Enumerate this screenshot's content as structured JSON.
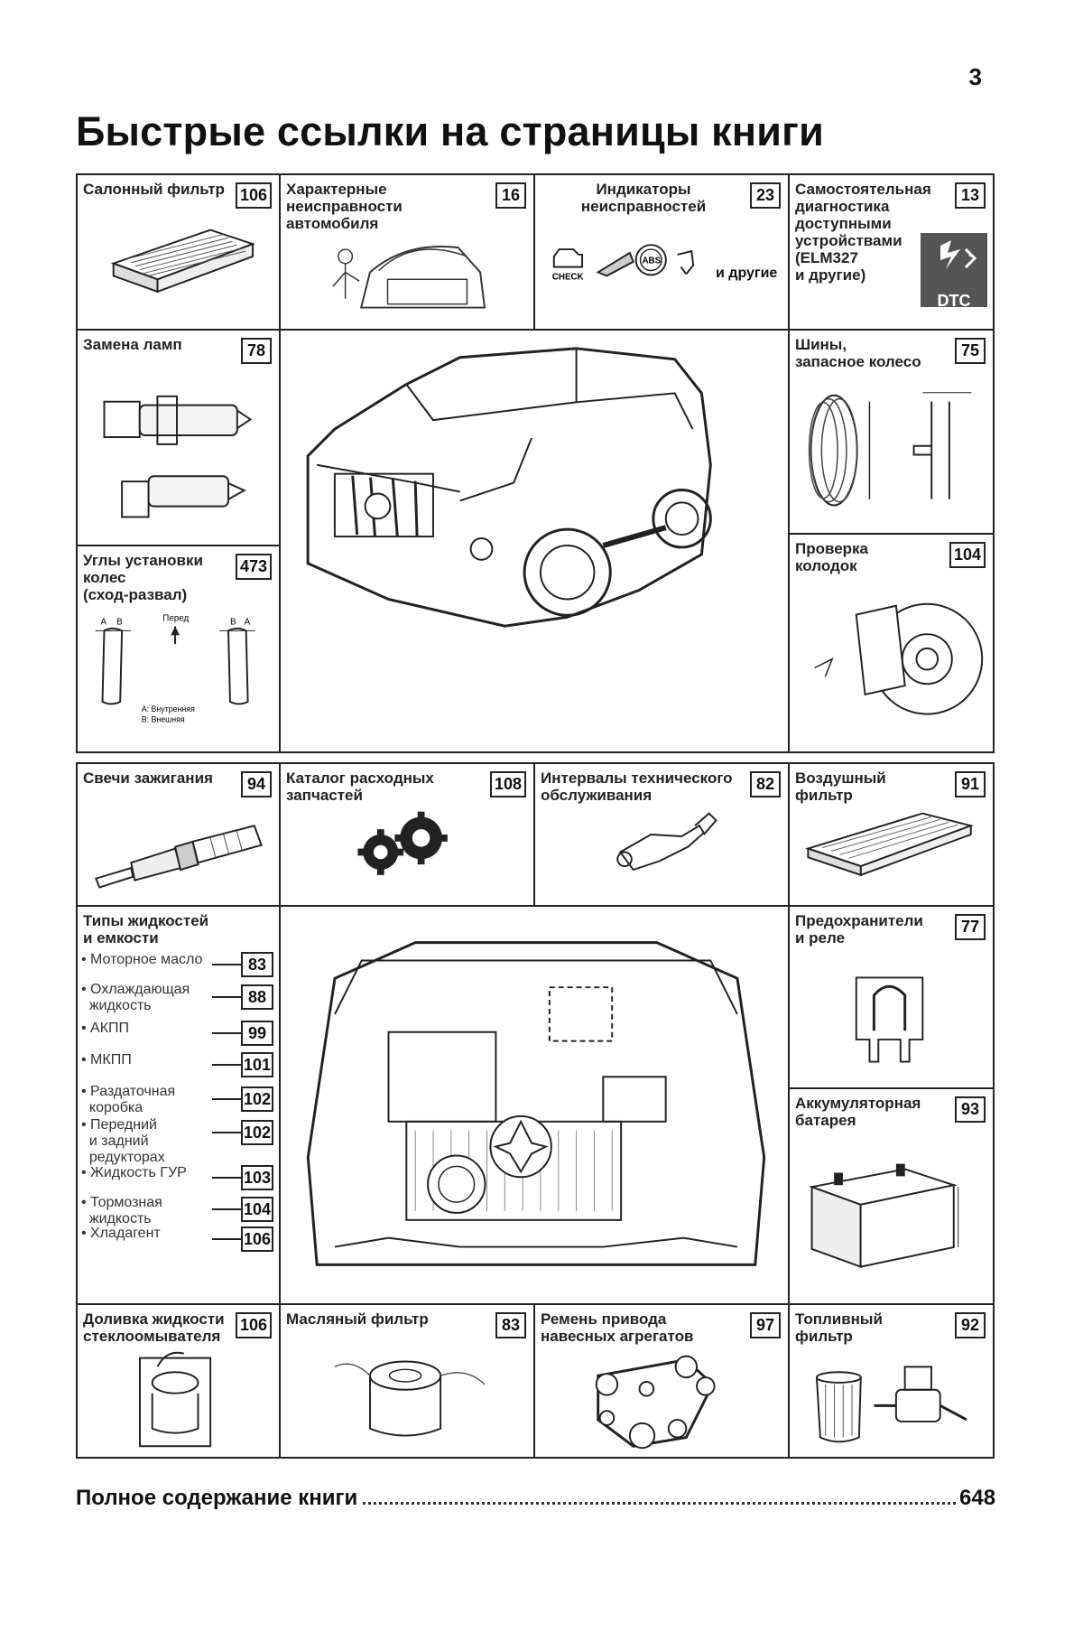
{
  "page_number": "3",
  "title": "Быстрые ссылки на страницы книги",
  "cells": {
    "cabin_filter": {
      "label": "Салонный фильтр",
      "page": "106"
    },
    "malfunctions": {
      "label": "Характерные\nнеисправности\nавтомобиля",
      "page": "16"
    },
    "indicators": {
      "label": "Индикаторы\nнеисправностей",
      "page": "23",
      "check_text": "CHECK",
      "abs_text": "ABS",
      "others": "и другие"
    },
    "self_diag": {
      "label": "Самостоятельная\nдиагностика\nдоступными\nустройствами\n(ELM327\nи другие)",
      "page": "13",
      "dtc_text": "DTC"
    },
    "lamps": {
      "label": "Замена ламп",
      "page": "78"
    },
    "tires": {
      "label": "Шины,\nзапасное колесо",
      "page": "75"
    },
    "alignment": {
      "label": "Углы установки\nколес\n(сход-развал)",
      "page": "473",
      "a_label": "A",
      "b_label": "B",
      "front_label": "Перед",
      "inner_label": "A: Внутренняя",
      "outer_label": "B: Внешняя"
    },
    "pads": {
      "label": "Проверка\nколодок",
      "page": "104"
    },
    "spark_plugs": {
      "label": "Свечи зажигания",
      "page": "94"
    },
    "catalog": {
      "label": "Каталог расходных\nзапчастей",
      "page": "108"
    },
    "maintenance": {
      "label": "Интервалы технического\nобслуживания",
      "page": "82"
    },
    "air_filter": {
      "label": "Воздушный\nфильтр",
      "page": "91"
    },
    "fuses": {
      "label": "Предохранители\nи реле",
      "page": "77"
    },
    "battery": {
      "label": "Аккумуляторная\nбатарея",
      "page": "93"
    },
    "washer": {
      "label": "Доливка жидкости\nстеклоомывателя",
      "page": "106"
    },
    "oil_filter": {
      "label": "Масляный фильтр",
      "page": "83"
    },
    "belt": {
      "label": "Ремень привода\nнавесных агрегатов",
      "page": "97"
    },
    "fuel_filter": {
      "label": "Топливный\nфильтр",
      "page": "92"
    }
  },
  "fluids": {
    "label": "Типы жидкостей\nи емкости",
    "items": [
      {
        "text": "• Моторное масло",
        "page": "83"
      },
      {
        "text": "• Охлаждающая\n  жидкость",
        "page": "88"
      },
      {
        "text": "• АКПП",
        "page": "99"
      },
      {
        "text": "• МКПП",
        "page": "101"
      },
      {
        "text": "• Раздаточная\n  коробка",
        "page": "102"
      },
      {
        "text": "• Передний\n  и задний\n  редукторах",
        "page": "102"
      },
      {
        "text": "• Жидкость ГУР",
        "page": "103"
      },
      {
        "text": "• Тормозная\n  жидкость",
        "page": "104"
      },
      {
        "text": "• Хладагент",
        "page": "106"
      }
    ]
  },
  "footer": {
    "label": "Полное содержание книги",
    "page": "648"
  }
}
